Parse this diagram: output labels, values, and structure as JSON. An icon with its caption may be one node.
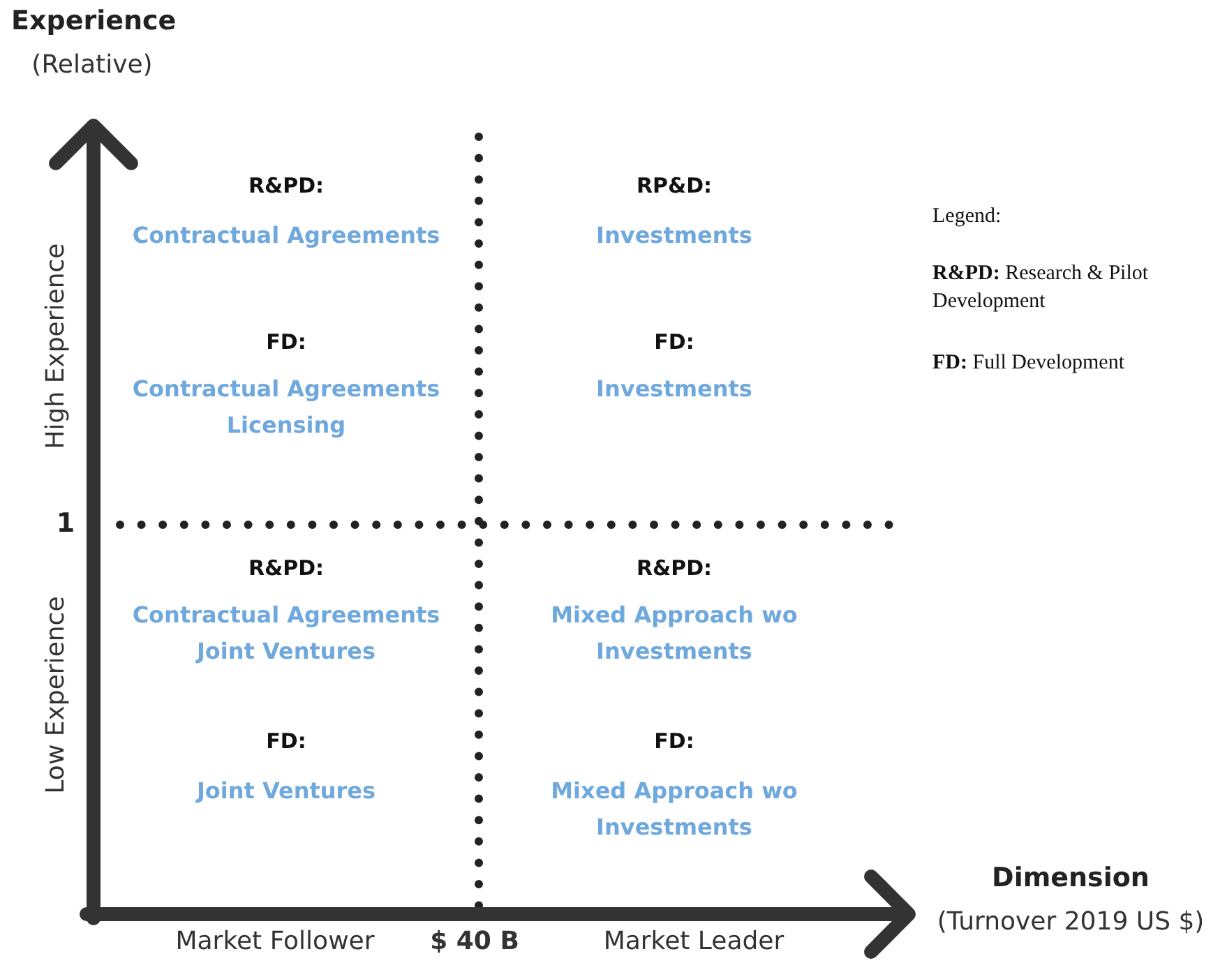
{
  "diagram": {
    "labels": [
      "Experience",
      "(Relative)",
      "R&PD:",
      "Contractual Agreements",
      "RP&D:",
      "Investments",
      "Legend:",
      "**R&PD:** Research & Pilot Development",
      "High Experience",
      "FD:",
      "Contractual Agreements Licensing",
      "FD:",
      "Investments",
      "**FD:** Full Development",
      "1",
      "R&PD:",
      "Contractual Agreements Joint Ventures",
      "R&PD:",
      "Mixed Approach wo Investments",
      "Low Experience",
      "FD:",
      "Joint Ventures",
      "FD:",
      "Mixed Approach wo Investments",
      "Dimension",
      "(Turnover 2019 US $)",
      "Market Follower",
      "$ 40 B",
      "Market Leader"
    ]
  }
}
